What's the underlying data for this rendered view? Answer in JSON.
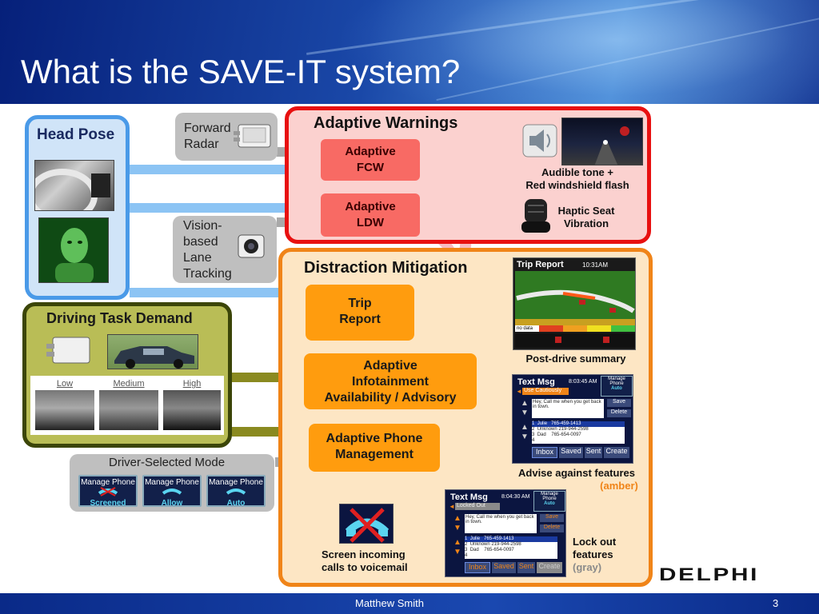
{
  "slide": {
    "title": "What is the SAVE-IT system?",
    "footer_author": "Matthew Smith",
    "page_number": "3"
  },
  "inputs": {
    "head_pose": "Head Pose",
    "forward_radar": [
      "Forward",
      "Radar"
    ],
    "vision_lane": [
      "Vision-",
      "based",
      "Lane",
      "Tracking"
    ],
    "driving_task_demand": "Driving Task Demand",
    "demand_levels": [
      "Low",
      "Medium",
      "High"
    ],
    "driver_selected_mode": "Driver-Selected Mode",
    "mode_buttons": [
      {
        "label": "Manage Phone",
        "state": "Screened"
      },
      {
        "label": "Manage Phone",
        "state": "Allow"
      },
      {
        "label": "Manage Phone",
        "state": "Auto"
      }
    ]
  },
  "adaptive_warnings": {
    "title": "Adaptive Warnings",
    "fcw": [
      "Adaptive",
      "FCW"
    ],
    "ldw": [
      "Adaptive",
      "LDW"
    ],
    "audible": [
      "Audible tone +",
      "Red windshield flash"
    ],
    "haptic": [
      "Haptic Seat",
      "Vibration"
    ]
  },
  "distraction_mitigation": {
    "title": "Distraction Mitigation",
    "trip_report": [
      "Trip",
      "Report"
    ],
    "infotainment": [
      "Adaptive",
      "Infotainment",
      "Availability / Advisory"
    ],
    "phone": [
      "Adaptive Phone",
      "Management"
    ],
    "post_drive": "Post-drive summary",
    "trip_screen": {
      "title": "Trip Report",
      "time": "10:31AM",
      "no_data": "no data"
    },
    "advise": "Advise against features",
    "amber": "(amber)",
    "lockout": [
      "Lock out",
      "features"
    ],
    "gray": "(gray)",
    "screen_incoming": [
      "Screen incoming",
      "calls to voicemail"
    ]
  },
  "text_msg_amber": {
    "title": "Text Msg",
    "time": "8:03:45 AM",
    "status": "Use Cautiously",
    "manage": "Manage Phone",
    "manage_state": "Auto",
    "message": "Hey, Call me when you get back in town.",
    "save": "Save",
    "delete": "Delete",
    "rows": [
      {
        "n": "1",
        "name": "Julie",
        "num": "765-459-1413"
      },
      {
        "n": "2",
        "name": "Unknown",
        "num": "219-944-2598"
      },
      {
        "n": "3",
        "name": "Dad",
        "num": "765-654-0097"
      },
      {
        "n": "4",
        "name": "",
        "num": ""
      }
    ],
    "tabs": [
      "Inbox",
      "Saved",
      "Sent",
      "Create"
    ]
  },
  "text_msg_gray": {
    "title": "Text Msg",
    "time": "8:04:30 AM",
    "status": "Locked Out",
    "manage": "Manage Phone",
    "manage_state": "Auto",
    "message": "Hey, Call me when you get back in town.",
    "save": "Save",
    "delete": "Delete",
    "rows": [
      {
        "n": "1",
        "name": "Julie",
        "num": "765-459-1413"
      },
      {
        "n": "2",
        "name": "Unknown",
        "num": "219-944-2598"
      },
      {
        "n": "3",
        "name": "Dad",
        "num": "765-654-0097"
      },
      {
        "n": "4",
        "name": "",
        "num": ""
      }
    ],
    "tabs": [
      "Inbox",
      "Saved",
      "Sent",
      "Create"
    ]
  },
  "logo": "DELPHI",
  "colors": {
    "warnings_border": "#e81010",
    "mitigation_border": "#f08418",
    "head_pose_border": "#4a9ae8",
    "demand_border": "#3b4508",
    "amber": "#f08418",
    "gray": "#8a8a8a"
  },
  "icons": [
    "speaker-icon",
    "radar-sensor-icon",
    "camera-icon",
    "seat-icon",
    "phone-icon",
    "phone-blocked-icon",
    "car-icon"
  ]
}
